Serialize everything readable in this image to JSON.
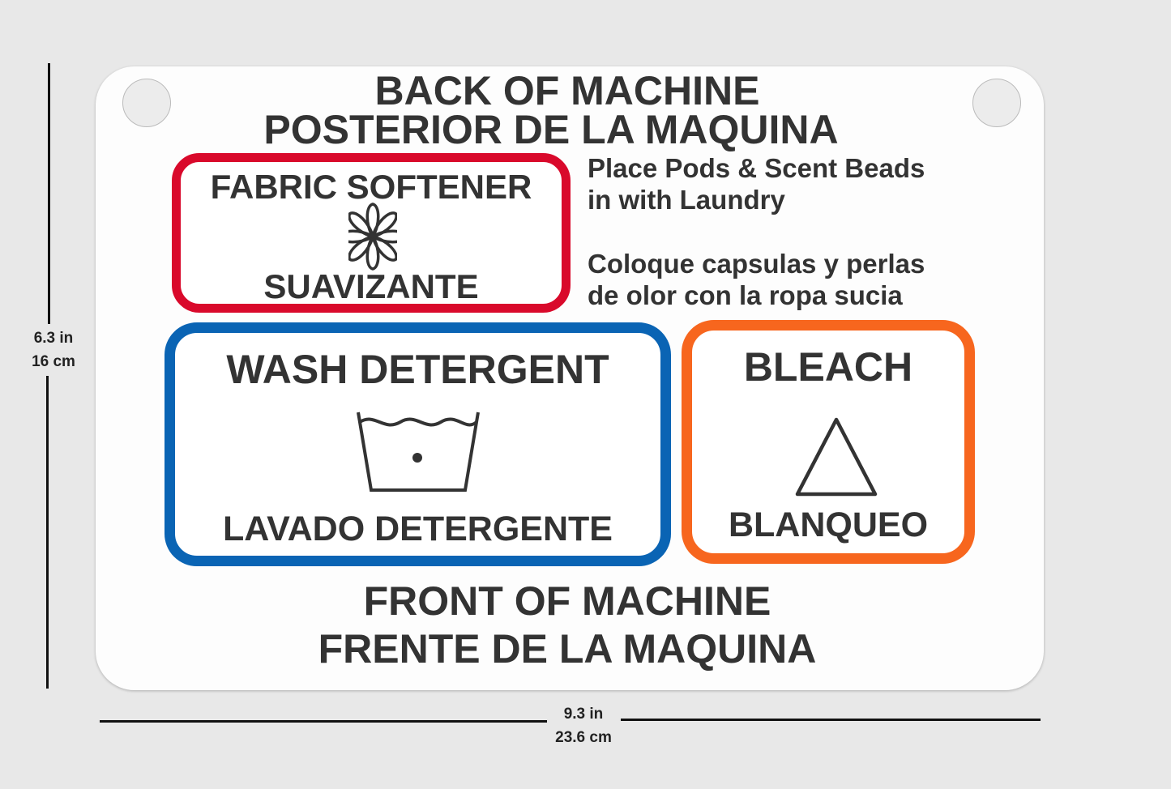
{
  "header": {
    "line1": "BACK OF MACHINE",
    "line2": "POSTERIOR DE LA MAQUINA"
  },
  "footer": {
    "line1": "FRONT OF MACHINE",
    "line2": "FRENTE DE LA MAQUINA"
  },
  "softener": {
    "title": "FABRIC SOFTENER",
    "subtitle": "SUAVIZANTE",
    "icon": "flower-icon",
    "color": "#d9092b"
  },
  "detergent": {
    "title": "WASH DETERGENT",
    "subtitle": "LAVADO DETERGENTE",
    "icon": "wash-tub-icon",
    "color": "#0a64b4"
  },
  "bleach": {
    "title": "BLEACH",
    "subtitle": "BLANQUEO",
    "icon": "triangle-icon",
    "color": "#f7661e"
  },
  "note": {
    "en_line1": "Place Pods & Scent Beads",
    "en_line2": "in with Laundry",
    "es_line1": "Coloque capsulas y perlas",
    "es_line2": "de olor con la ropa sucia"
  },
  "dimensions": {
    "height_in": "6.3 in",
    "height_cm": "16 cm",
    "width_in": "9.3 in",
    "width_cm": "23.6 cm"
  }
}
